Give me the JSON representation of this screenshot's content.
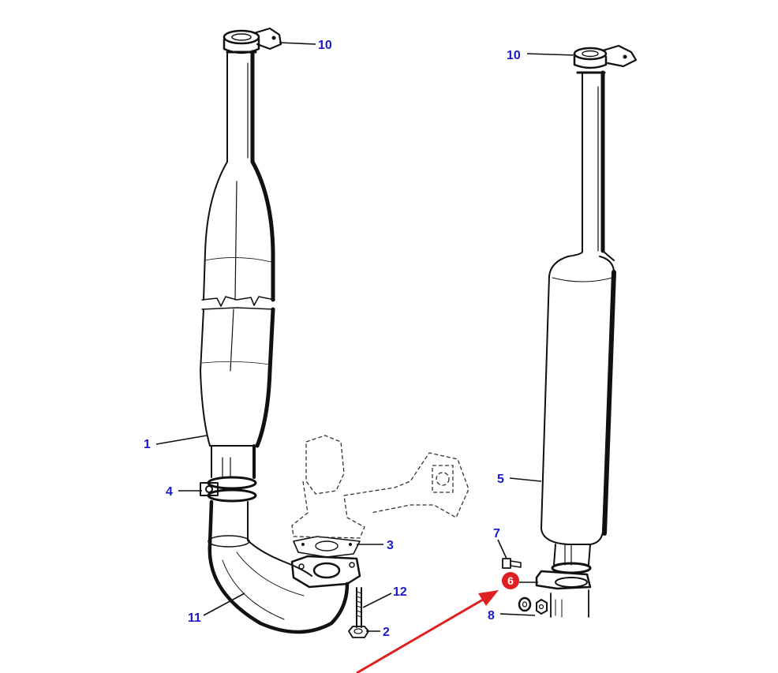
{
  "callouts": {
    "c1": "1",
    "c2": "2",
    "c3": "3",
    "c4": "4",
    "c5": "5",
    "c6": "6",
    "c7": "7",
    "c8": "8",
    "c10_left": "10",
    "c10_right": "10",
    "c11": "11",
    "c12": "12"
  },
  "colors": {
    "label": "#1a1acc",
    "highlight": "#e02020",
    "ink": "#111111"
  }
}
